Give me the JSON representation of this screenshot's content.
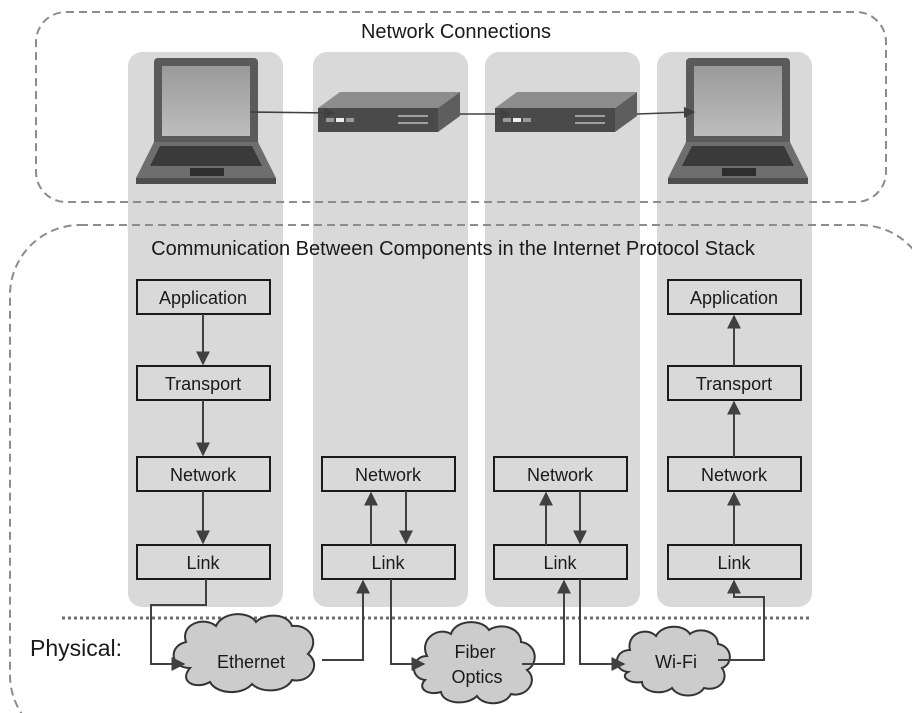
{
  "sections": {
    "network_connections_title": "Network Connections",
    "protocol_stack_title": "Communication Between Components in the Internet Protocol Stack",
    "physical_label": "Physical:"
  },
  "layers": {
    "application": "Application",
    "transport": "Transport",
    "network": "Network",
    "link": "Link"
  },
  "media": {
    "ethernet": "Ethernet",
    "fiber_line1": "Fiber",
    "fiber_line2": "Optics",
    "wifi": "Wi-Fi"
  },
  "icons": {
    "host_left": "laptop-icon",
    "router_1": "router-icon",
    "router_2": "router-icon",
    "host_right": "laptop-icon"
  },
  "colors": {
    "column_fill": "#d9d9d9",
    "layer_box_fill": "#d9d9d9",
    "cloud_fill": "#cccccc",
    "stroke": "#404040",
    "dashed_border": "#8c8c8c"
  }
}
